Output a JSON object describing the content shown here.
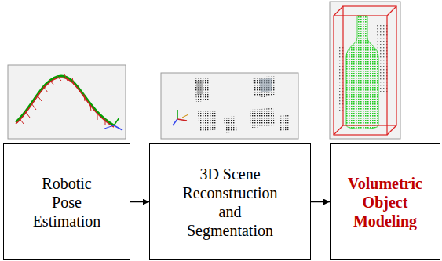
{
  "diagram": {
    "nodes": [
      {
        "text": [
          "Robotic Pose Estimation"
        ]
      },
      {
        "text": [
          "3D Scene Reconstruction and Segmentation"
        ]
      },
      {
        "text": [
          "Volumetric Object Modeling"
        ]
      }
    ],
    "edges": [
      {
        "from": 0,
        "to": 1,
        "arrow": "to"
      },
      {
        "from": 1,
        "to": 2,
        "arrow": "to"
      }
    ]
  }
}
